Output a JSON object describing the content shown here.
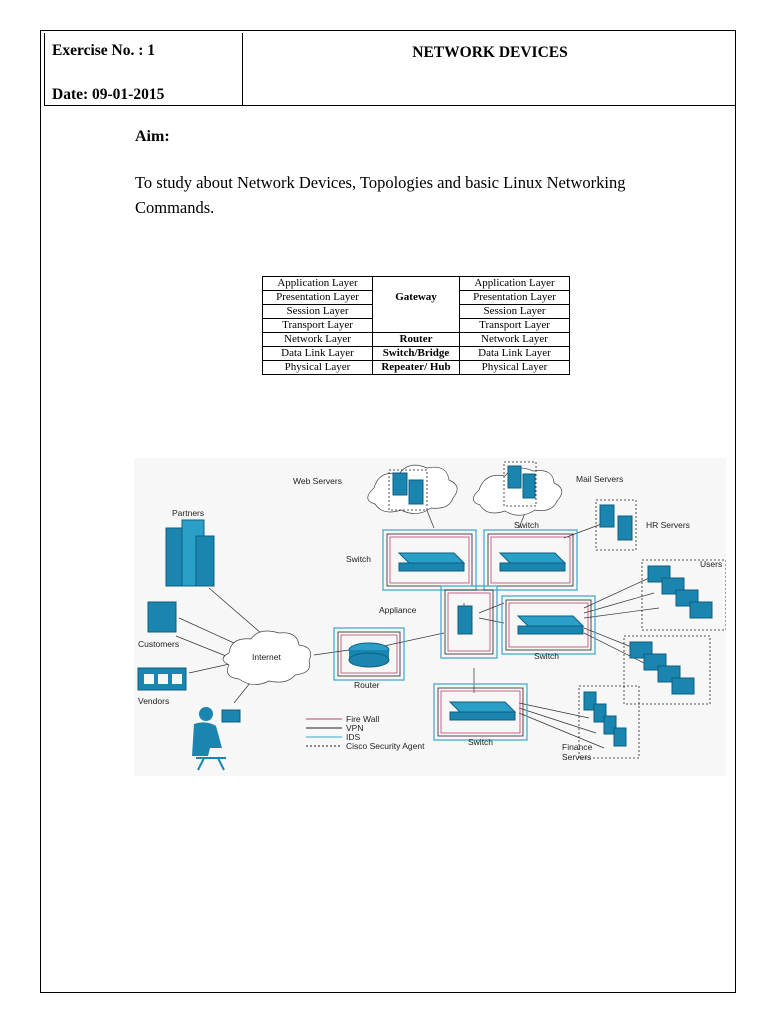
{
  "header": {
    "exercise": "Exercise No. : 1",
    "date": "Date: 09-01-2015",
    "title": "NETWORK DEVICES"
  },
  "aim": {
    "heading": "Aim:",
    "text": "To study about Network Devices, Topologies and basic Linux Networking Commands."
  },
  "osi_table": {
    "rows": [
      {
        "left": "Application Layer",
        "right": "Application Layer"
      },
      {
        "left": "Presentation Layer",
        "right": "Presentation Layer"
      },
      {
        "left": "Session Layer",
        "right": "Session Layer"
      },
      {
        "left": "Transport Layer",
        "right": "Transport Layer"
      },
      {
        "left": "Network Layer",
        "right": "Network Layer"
      },
      {
        "left": "Data Link Layer",
        "right": "Data Link Layer"
      },
      {
        "left": "Physical Layer",
        "right": "Physical Layer"
      }
    ],
    "devices": {
      "gateway": "Gateway",
      "router": "Router",
      "switch_bridge": "Switch/Bridge",
      "repeater_hub": "Repeater/ Hub"
    }
  },
  "diagram": {
    "labels": {
      "web_servers": "Web Servers",
      "mail_servers": "Mail Servers",
      "partners": "Partners",
      "switch_top_left": "Switch",
      "switch_top_right": "Switch",
      "hr_servers": "HR Servers",
      "users": "Users",
      "appliance": "Appliance",
      "customers": "Customers",
      "internet": "Internet",
      "router": "Router",
      "switch_mid_right": "Switch",
      "vendors": "Vendors",
      "switch_bottom": "Switch",
      "finance_servers_1": "Finance",
      "finance_servers_2": "Servers"
    },
    "legend": [
      {
        "label": "Fire Wall",
        "color": "#c0406a",
        "style": "solid"
      },
      {
        "label": "VPN",
        "color": "#222222",
        "style": "solid"
      },
      {
        "label": "IDS",
        "color": "#3aa6c9",
        "style": "solid"
      },
      {
        "label": "Cisco Security Agent",
        "color": "#222222",
        "style": "dashed"
      }
    ],
    "colors": {
      "device": "#1a86b0",
      "device_dark": "#0e5f82",
      "firewall": "#c0406a",
      "ids": "#3aa6c9"
    }
  }
}
